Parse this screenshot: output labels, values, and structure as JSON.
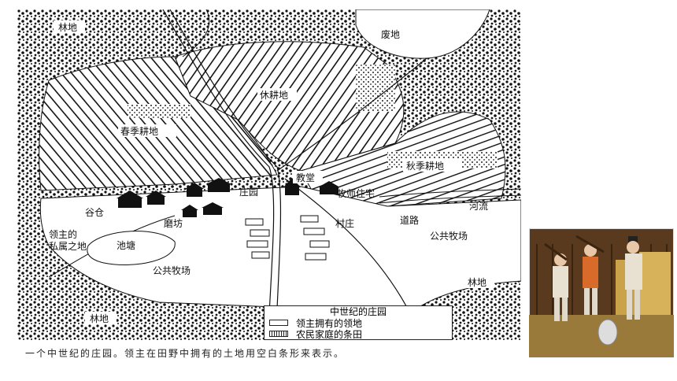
{
  "map": {
    "labels": {
      "forest_top_left": "林地",
      "wasteland": "废地",
      "fallow_land": "休耕地",
      "spring_field": "春季耕地",
      "autumn_field": "秋季耕地",
      "church": "教堂",
      "manor_house": "庄园",
      "priest_house": "牧师住宅",
      "granary": "谷仓",
      "mill": "磨坊",
      "village": "村庄",
      "road": "道路",
      "river": "河流",
      "lord_private_1": "领主的",
      "lord_private_2": "私属之地",
      "pond": "池塘",
      "common_pasture_left": "公共牧场",
      "common_pasture_right": "公共牧场",
      "forest_bottom_left": "林地",
      "forest_bottom_right": "林地"
    },
    "legend": {
      "title": "中世纪的庄园",
      "row1": "领主拥有的领地",
      "row2": "农民家庭的条田"
    }
  },
  "caption": "一个中世纪的庄园。领主在田野中拥有的土地用空白条形来表示。"
}
